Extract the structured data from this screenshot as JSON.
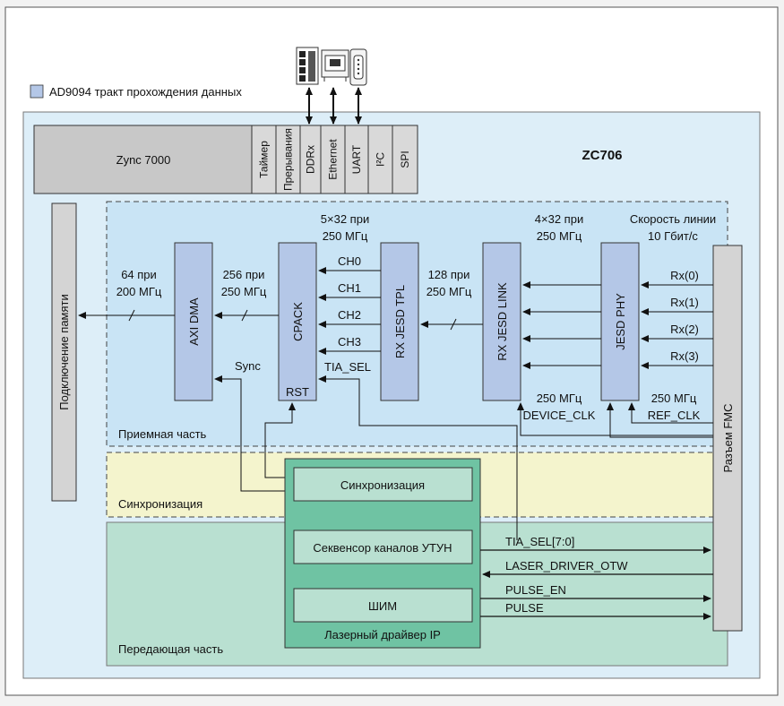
{
  "legend": {
    "label": "AD9094 тракт прохождения данных",
    "color": "#b4c7e7"
  },
  "board": {
    "title": "ZC706"
  },
  "soc": {
    "name": "Zync 7000",
    "cells": [
      "Таймер",
      "Прерывания",
      "DDRx",
      "Ethernet",
      "UART",
      "I²C",
      "SPI"
    ]
  },
  "external_icons": [
    "memory-module-icon",
    "network-card-icon",
    "serial-port-icon"
  ],
  "zones": {
    "receive": "Приемная часть",
    "sync": "Синхронизация",
    "transmit": "Передающая часть"
  },
  "blocks": {
    "memory": "Подключение памяти",
    "axi_dma": "AXI DMA",
    "cpack": "CPACK",
    "cpack_rst": "RST",
    "tpl": "RX JESD TPL",
    "link": "RX JESD LINK",
    "phy": "JESD PHY",
    "fmc": "Разъем FMC",
    "laser_ip": "Лазерный драйвер IP",
    "sync_block": "Синхронизация",
    "sequencer": "Секвенсор каналов УТУН",
    "pwm": "ШИМ"
  },
  "labels": {
    "rate_64_a": "64 при",
    "rate_64_b": "200 МГц",
    "rate_256_a": "256 при",
    "rate_256_b": "250 МГц",
    "rate_5x32_a": "5×32 при",
    "rate_5x32_b": "250 МГц",
    "rate_128_a": "128 при",
    "rate_128_b": "250 МГц",
    "rate_4x32_a": "4×32 при",
    "rate_4x32_b": "250 МГц",
    "line_a": "Скорость линии",
    "line_b": "10 Гбит/с",
    "sync": "Sync",
    "tia_sel": "TIA_SEL",
    "dev_clk_a": "250 МГц",
    "dev_clk_b": "DEVICE_CLK",
    "ref_clk_a": "250 МГц",
    "ref_clk_b": "REF_CLK"
  },
  "channels": [
    "CH0",
    "CH1",
    "CH2",
    "CH3"
  ],
  "rx_lanes": [
    "Rx(0)",
    "Rx(1)",
    "Rx(2)",
    "Rx(3)"
  ],
  "tx_signals": [
    "TIA_SEL[7:0]",
    "LASER_DRIVER_OTW",
    "PULSE_EN",
    "PULSE"
  ],
  "colors": {
    "outer_bg": "#ffffff",
    "board_bg": "#ddeef8",
    "receive_bg": "#c9e4f5",
    "sync_bg": "#f4f4cd",
    "transmit_bg": "#b9e0d1",
    "laser_ip": "#6fc3a3",
    "block_blue": "#b4c7e7",
    "gray_block": "#d4d4d4",
    "soc_gray": "#c8c8c8"
  }
}
